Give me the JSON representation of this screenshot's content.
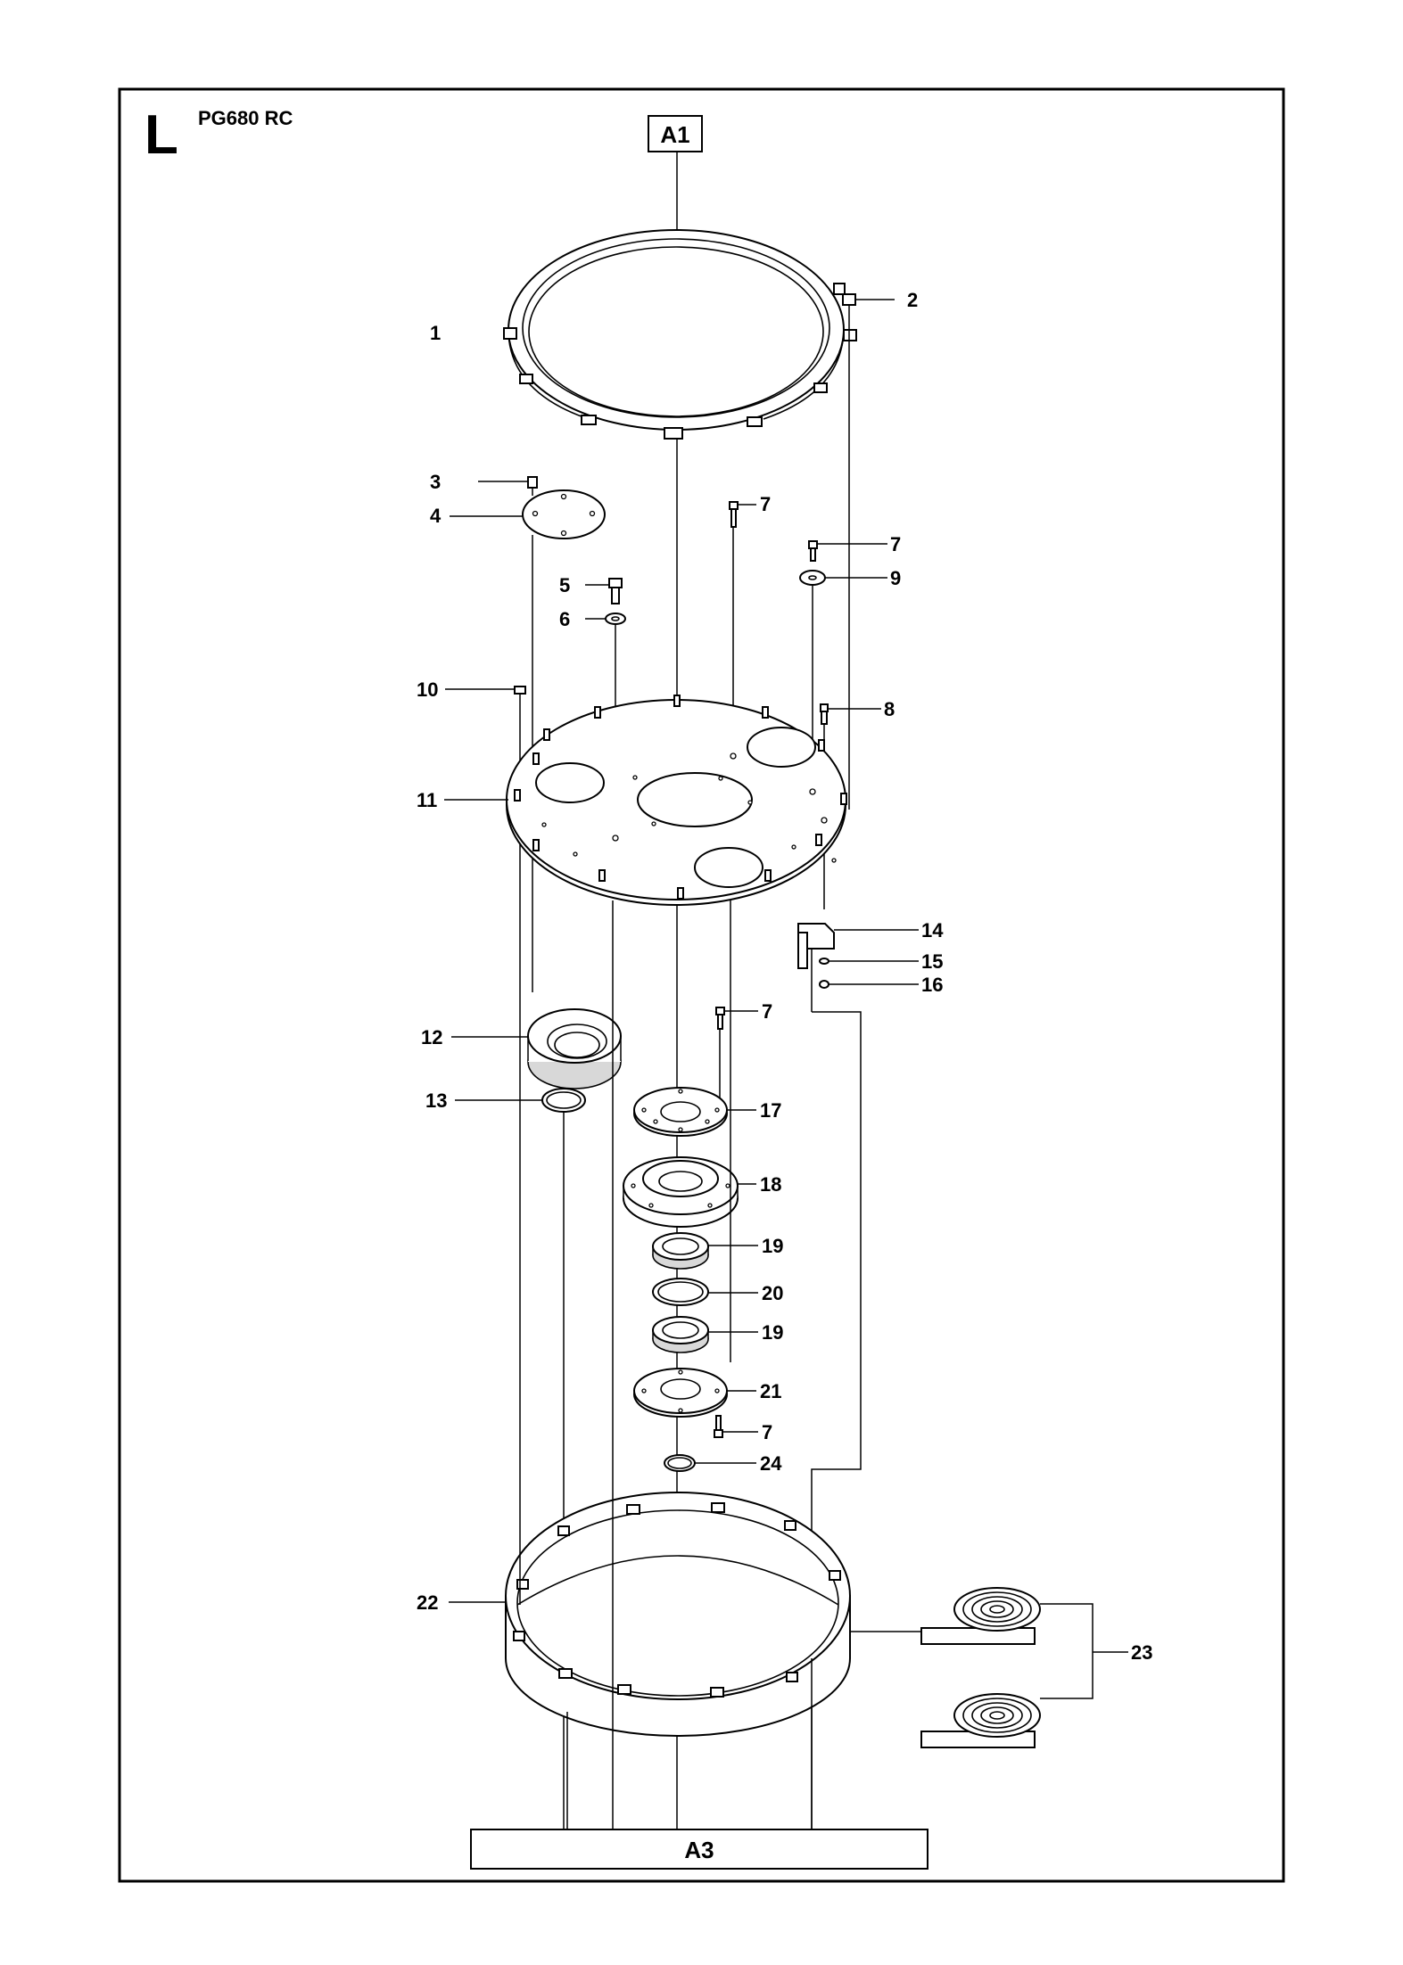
{
  "header": {
    "section_letter": "L",
    "model": "PG680 RC"
  },
  "connectors": {
    "top": "A1",
    "bottom": "A3"
  },
  "callouts": [
    "1",
    "2",
    "3",
    "4",
    "5",
    "6",
    "7",
    "7",
    "9",
    "10",
    "8",
    "11",
    "14",
    "15",
    "16",
    "7",
    "12",
    "17",
    "13",
    "18",
    "19",
    "20",
    "19",
    "21",
    "7",
    "24",
    "22",
    "23"
  ]
}
